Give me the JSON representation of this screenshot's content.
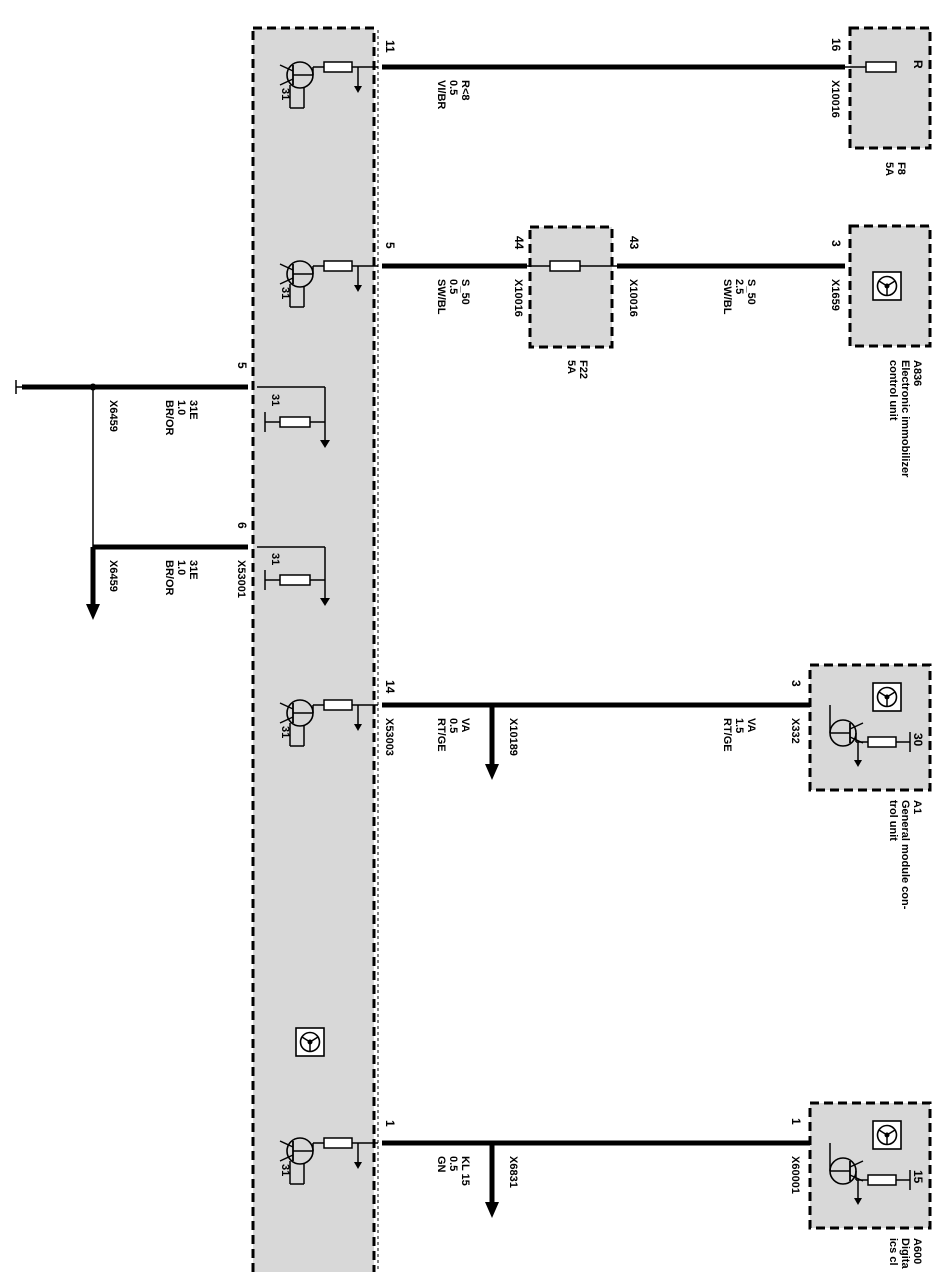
{
  "module": {
    "ground_label": "31"
  },
  "icon_name": "steering-wheel-icon",
  "circuits": [
    {
      "id": "f8",
      "pin": "11",
      "wire": [
        "R<8",
        "0.5",
        "VI/BR"
      ],
      "far_pin": "16",
      "far_connector": "X10016",
      "device_pin": "R",
      "device_name": [
        "F8",
        "5A"
      ]
    },
    {
      "id": "a836",
      "pin": "5",
      "wire1": [
        "S_50",
        "0.5",
        "SW/BL"
      ],
      "fuse_in_pin": "44",
      "fuse_in_connector": "X10016",
      "fuse_out_pin": "43",
      "fuse_out_connector": "X10016",
      "fuse_name": [
        "F22",
        "5A"
      ],
      "wire2": [
        "S_50",
        "2.5",
        "SW/BL"
      ],
      "far_pin": "3",
      "far_connector": "X1659",
      "device_name": [
        "A836",
        "Electronic immobilizer",
        "control unit"
      ]
    },
    {
      "id": "gnd5",
      "pin": "5",
      "wire": [
        "31E",
        "1.0",
        "BR/OR"
      ],
      "connector": "X6459"
    },
    {
      "id": "gnd6",
      "pin": "6",
      "connector_left": "X53001",
      "wire": [
        "31E",
        "1.0",
        "BR/OR"
      ],
      "connector": "X6459"
    },
    {
      "id": "a1",
      "pin": "14",
      "connector_left": "X53003",
      "wire1": [
        "VA",
        "0.5",
        "RT/GE"
      ],
      "splice": "X10189",
      "wire2": [
        "VA",
        "1.5",
        "RT/GE"
      ],
      "far_pin": "3",
      "far_connector": "X332",
      "device_pin": "30",
      "device_name": [
        "A1",
        "General module con-",
        "trol unit"
      ]
    },
    {
      "id": "a600",
      "pin": "1",
      "wire": [
        "KL 15",
        "0.5",
        "GN"
      ],
      "splice": "X6831",
      "far_pin": "1",
      "far_connector": "X60001",
      "device_pin": "15",
      "device_name": [
        "A600",
        "Digita",
        "ics cl"
      ]
    }
  ]
}
